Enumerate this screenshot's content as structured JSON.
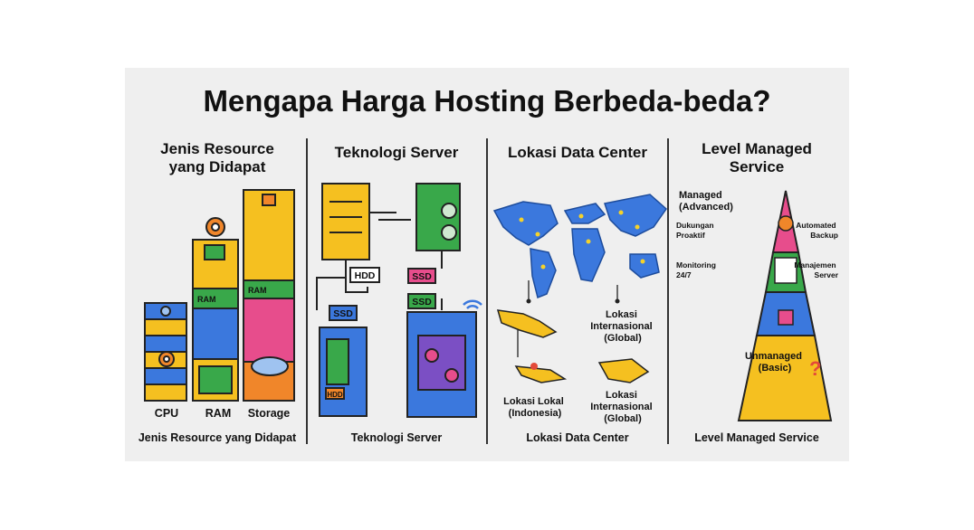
{
  "title": "Mengapa Harga Hosting Berbeda-beda?",
  "columns": [
    {
      "title_lines": [
        "Jenis Resource",
        "yang Didapat"
      ],
      "footer": "Jenis Resource yang Didapat",
      "labels": {
        "cpu": "CPU",
        "ram": "RAM",
        "storage": "Storage",
        "ram_chip": "RAM"
      }
    },
    {
      "title_lines": [
        "Teknologi Server"
      ],
      "footer": "Teknologi Server",
      "labels": {
        "hdd": "HDD",
        "ssd_top": "SSD",
        "ssd_bottom": "SSD",
        "ssd_left": "SSD",
        "hdd_small": "HDD"
      }
    },
    {
      "title_lines": [
        "Lokasi Data Center"
      ],
      "footer": "Lokasi Data Center",
      "labels": {
        "international_top": [
          "Lokasi",
          "Internasional",
          "(Global)"
        ],
        "local": [
          "Lokasi Lokal",
          "(Indonesia)"
        ],
        "international_bottom": [
          "Lokasi",
          "Internasional",
          "(Global)"
        ]
      }
    },
    {
      "title_lines": [
        "Level Managed",
        "Service"
      ],
      "footer": "Level Managed Service",
      "labels": {
        "managed": [
          "Managed",
          "(Advanced)"
        ],
        "dukungan": [
          "Dukungan",
          "Proaktif"
        ],
        "automated": [
          "Automated",
          "Backup"
        ],
        "monitoring": [
          "Monitoring",
          "24/7"
        ],
        "manajemen": [
          "Manajemen",
          "Server"
        ],
        "unmanaged": [
          "Unmanaged",
          "(Basic)"
        ]
      }
    }
  ],
  "colors": {
    "blue": "#3b78dd",
    "yellow": "#f5c020",
    "green": "#39a84a",
    "pink": "#e74d8c",
    "purple": "#7b4fc4",
    "orange": "#f0862a",
    "red": "#e34a3a",
    "outline": "#222222"
  }
}
